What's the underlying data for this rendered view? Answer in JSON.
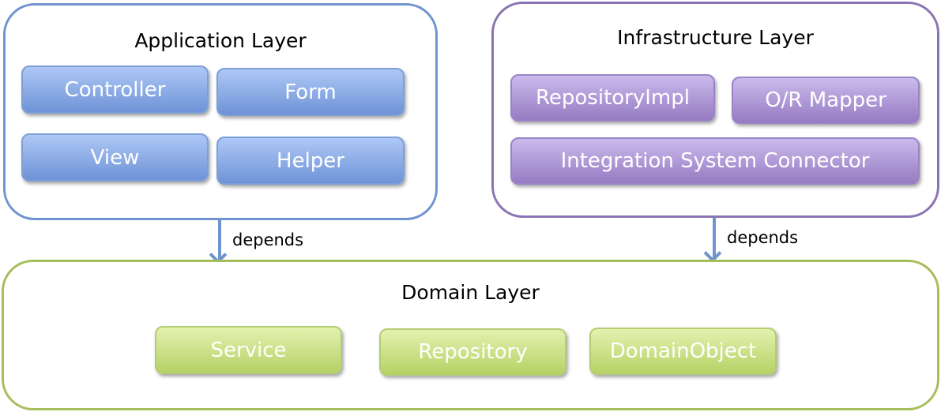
{
  "application_layer": {
    "title": "Application Layer",
    "components": [
      "Controller",
      "Form",
      "View",
      "Helper"
    ],
    "color": "#7094cf"
  },
  "infrastructure_layer": {
    "title": "Infrastructure Layer",
    "components": [
      "RepositoryImpl",
      "O/R Mapper",
      "Integration System Connector"
    ],
    "color": "#8b74b3"
  },
  "domain_layer": {
    "title": "Domain Layer",
    "components": [
      "Service",
      "Repository",
      "DomainObject"
    ],
    "color": "#a5be5a"
  },
  "edges": [
    {
      "from": "Application Layer",
      "to": "Domain Layer",
      "label": "depends"
    },
    {
      "from": "Infrastructure Layer",
      "to": "Domain Layer",
      "label": "depends"
    }
  ]
}
